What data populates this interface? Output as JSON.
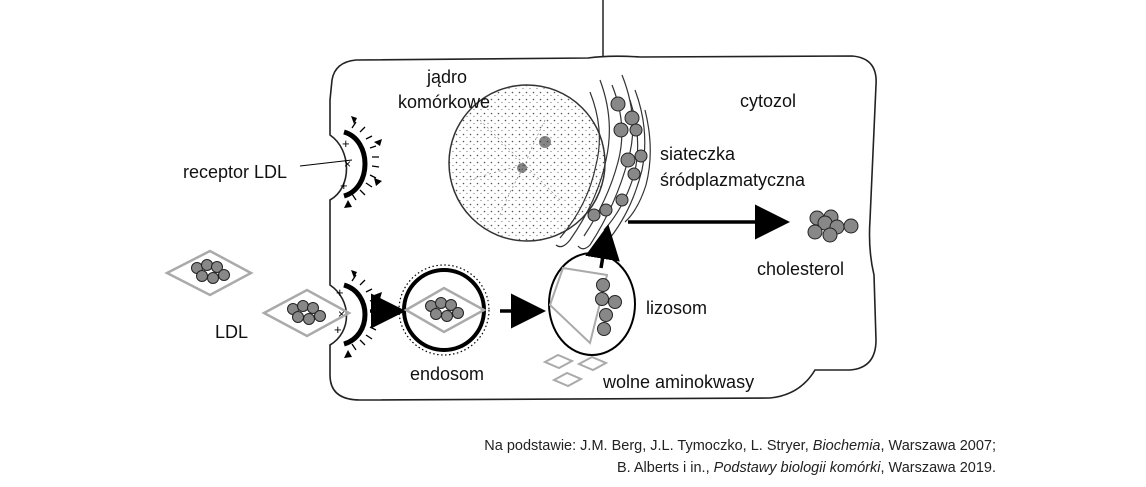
{
  "labels": {
    "nucleus_line1": "jądro",
    "nucleus_line2": "komórkowe",
    "cytosol": "cytozol",
    "er_line1": "siateczka",
    "er_line2": "śródplazmatyczna",
    "receptor": "receptor LDL",
    "ldl": "LDL",
    "endosome": "endosom",
    "lysosome": "lizosom",
    "cholesterol": "cholesterol",
    "amino_acids": "wolne aminokwasy"
  },
  "source": {
    "line1_prefix": "Na podstawie: J.M. Berg, J.L. Tymoczko, L. Stryer, ",
    "line1_title": "Biochemia",
    "line1_suffix": ", Warszawa 2007;",
    "line2_prefix": "B. Alberts i in., ",
    "line2_title": "Podstawy biologii komórki",
    "line2_suffix": ", Warszawa 2019."
  }
}
